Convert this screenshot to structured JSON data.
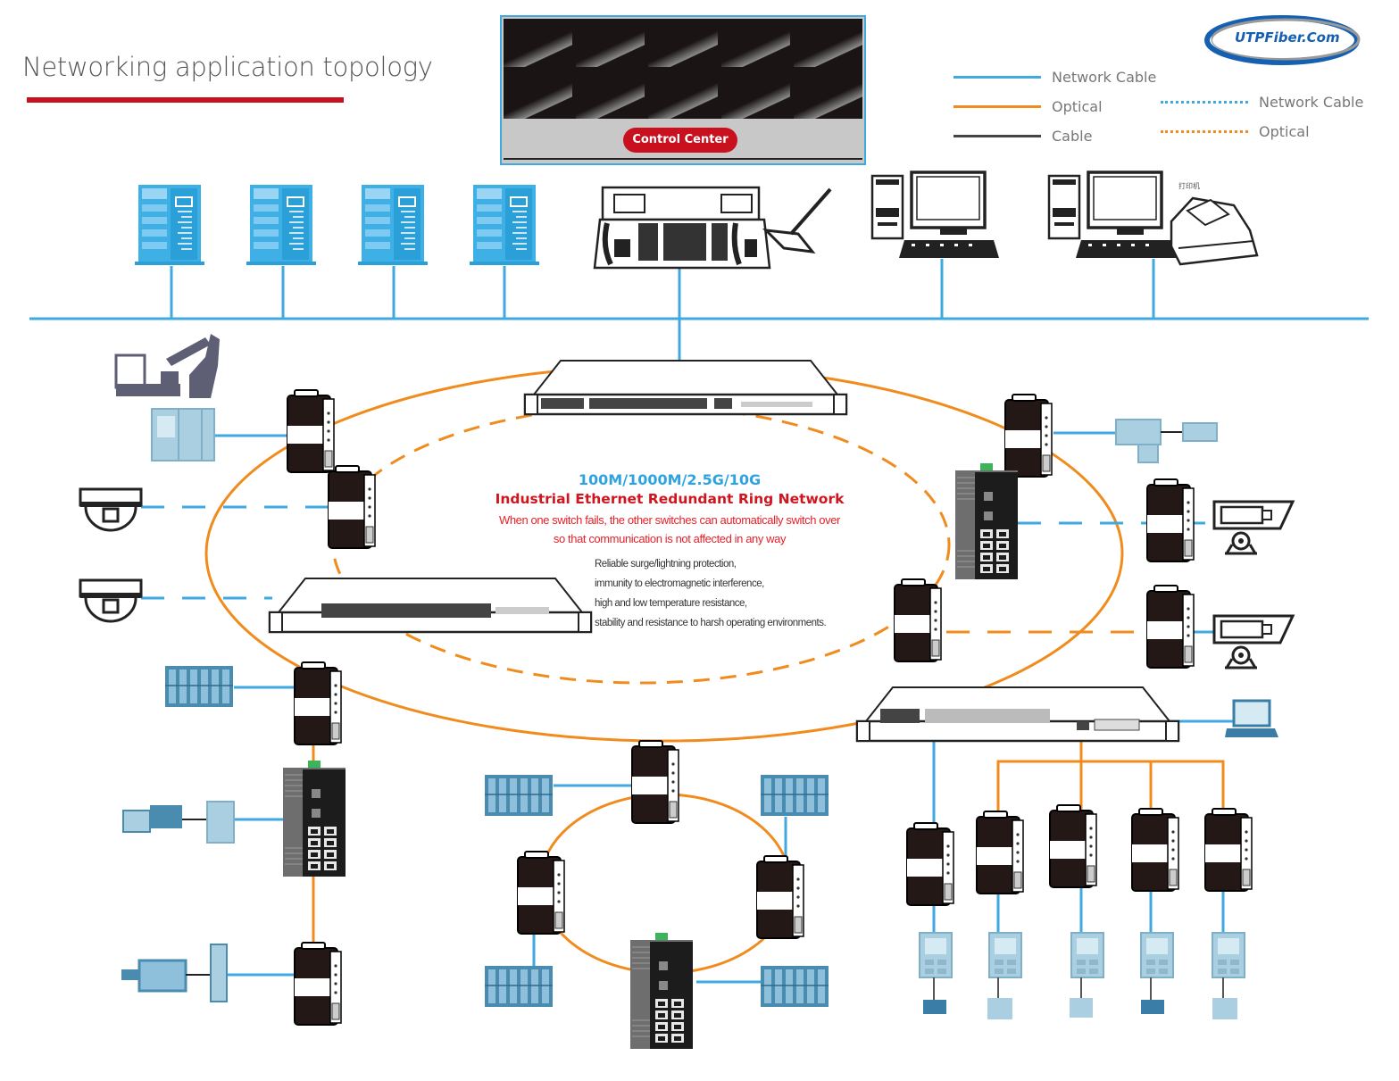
{
  "title": "Networking application topology",
  "logo": {
    "text": "UTPFiber.Com"
  },
  "control_center": {
    "label": "Control Center",
    "screens": 10
  },
  "legend": {
    "solid": [
      {
        "label": "Network Cable",
        "color": "#3fa9e0",
        "style": "solid"
      },
      {
        "label": "Optical",
        "color": "#f08c1e",
        "style": "solid"
      },
      {
        "label": "Cable",
        "color": "#444444",
        "style": "solid"
      }
    ],
    "dashed": [
      {
        "label": "Network Cable",
        "color": "#3fa9e0",
        "style": "dashed"
      },
      {
        "label": "Optical",
        "color": "#f08c1e",
        "style": "dashed"
      }
    ]
  },
  "ring": {
    "speed": "100M/1000M/2.5G/10G",
    "name": "Industrial Ethernet Redundant Ring Network",
    "description_line1": "When one switch fails, the other switches can automatically switch over",
    "description_line2": "so that communication is not affected in any way"
  },
  "features": [
    "Reliable surge/lightning protection,",
    "immunity to electromagnetic interference,",
    "high and low temperature resistance,",
    "stability and resistance to harsh operating environments."
  ],
  "top_devices": {
    "servers": 4,
    "console": "dispatch console",
    "workstations": 2,
    "printer_label": "打印机"
  },
  "colors": {
    "network": "#3fa9e0",
    "optical": "#f08c1e",
    "cable": "#444444",
    "accent": "#c8101e",
    "device_blue": "#3fb0e6",
    "industrial": "#8fb8c8"
  }
}
